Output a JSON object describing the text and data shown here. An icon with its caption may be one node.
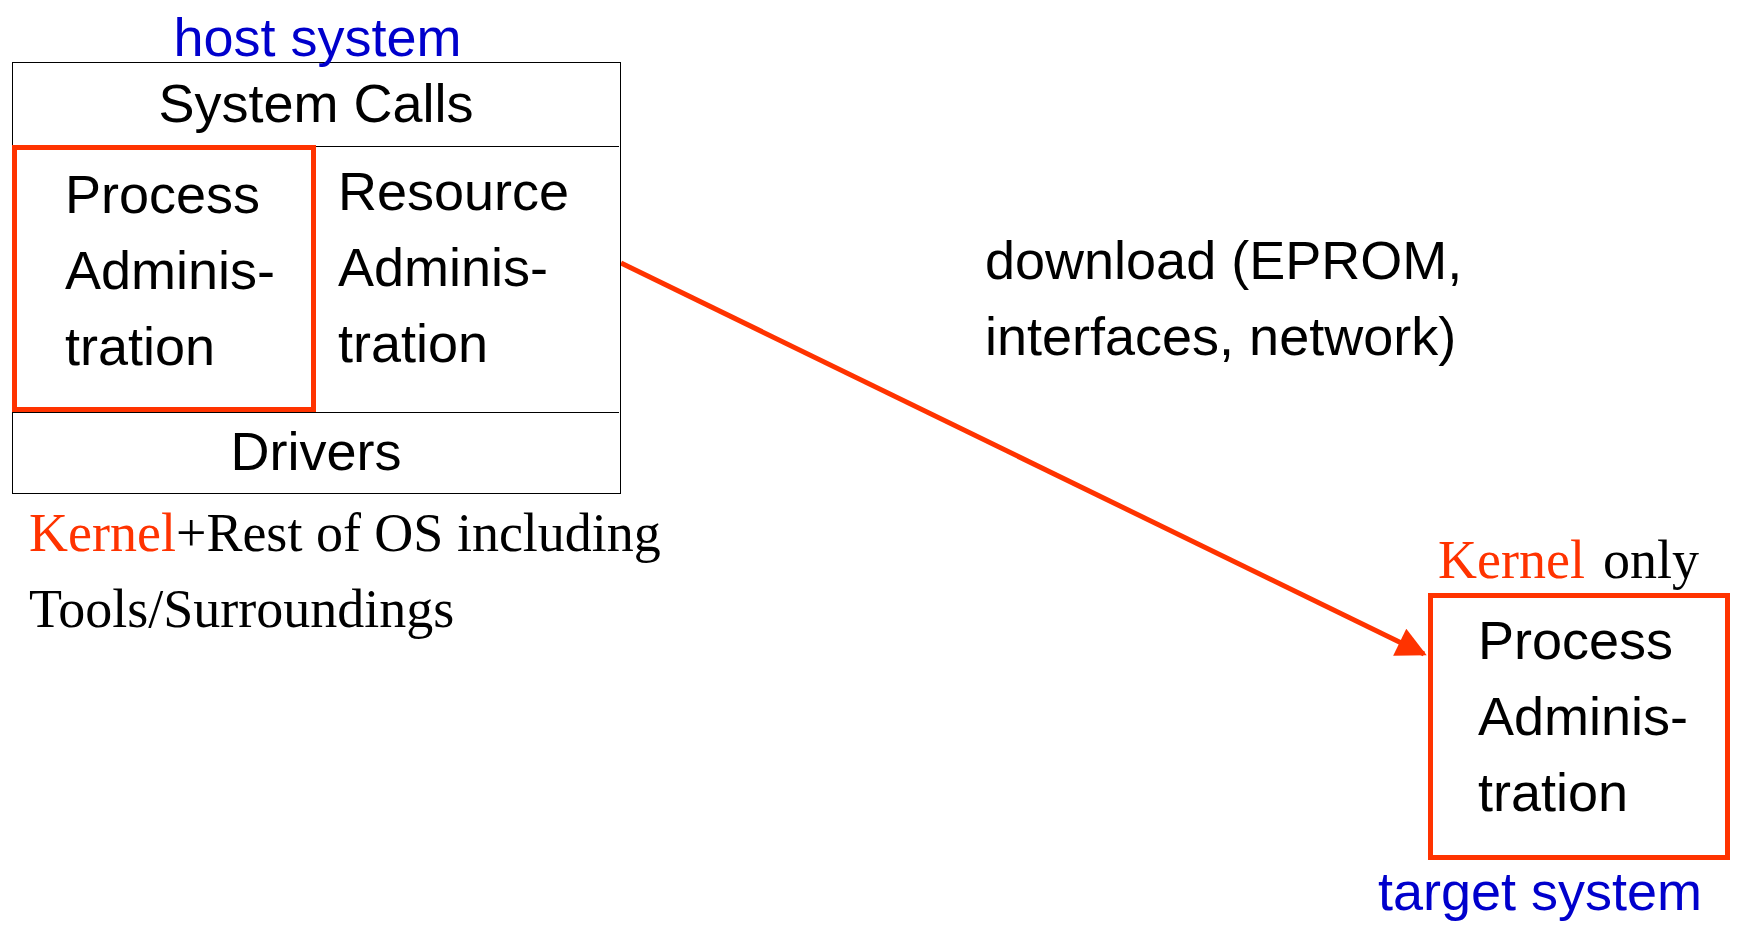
{
  "diagram": {
    "nodes": [
      {
        "text": [
          "host system"
        ],
        "beside": [
          "Kernel",
          "+Rest of OS including Tools/Surroundings"
        ]
      },
      {
        "text": [
          "System Calls"
        ],
        "in": 0
      },
      {
        "text": [
          "Process Adminis- tration"
        ],
        "in": 0
      },
      {
        "text": [
          "Resource Adminis- tration"
        ],
        "in": 0
      },
      {
        "text": [
          "Drivers"
        ],
        "in": 0
      },
      {
        "text": [
          "Process Adminis- tration"
        ],
        "beside": [
          "Kernel",
          "only",
          "target system"
        ]
      }
    ],
    "edges": [
      {
        "from": 0,
        "to": 5,
        "arrow": "to",
        "label": "download (EPROM, interfaces, network)",
        "color": "#ff3300"
      }
    ]
  }
}
